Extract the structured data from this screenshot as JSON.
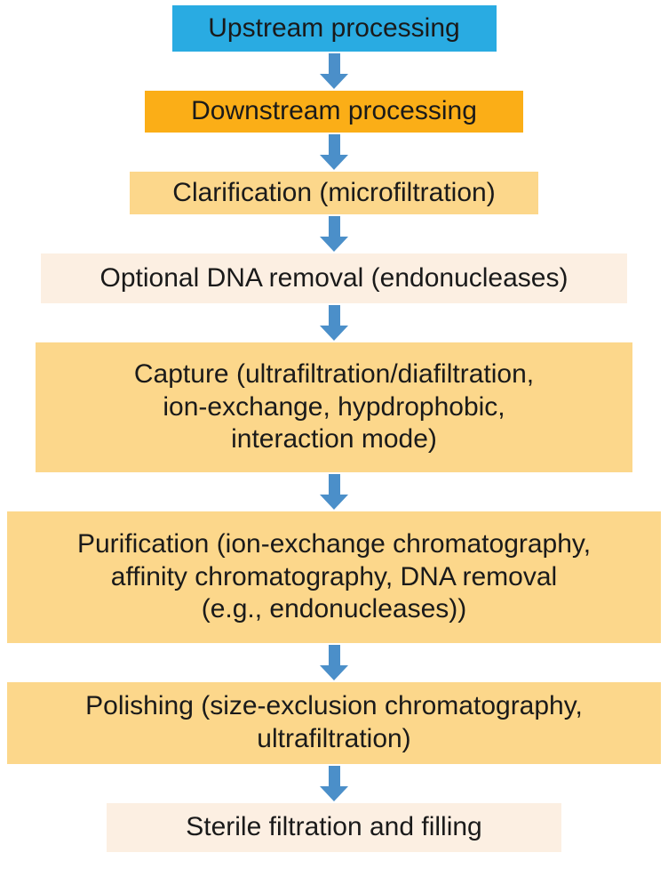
{
  "diagram": {
    "type": "flowchart",
    "colors": {
      "upstream_blue": "#29abe2",
      "downstream_amber": "#fbae17",
      "step_light_amber": "#fcd78b",
      "step_cream": "#fcefe2",
      "arrow_blue": "#4b8fc9",
      "text": "#1a1a1a"
    },
    "nodes": [
      {
        "label": "Upstream processing"
      },
      {
        "label": "Downstream processing"
      },
      {
        "label": "Clarification (microfiltration)"
      },
      {
        "label": "Optional DNA removal (endonucleases)"
      },
      {
        "label": "Capture (ultrafiltration/diafiltration,\nion-exchange, hypdrophobic,\ninteraction mode)"
      },
      {
        "label": "Purification (ion-exchange chromatography,\naffinity chromatography, DNA removal\n(e.g., endonucleases))"
      },
      {
        "label": "Polishing (size-exclusion chromatography,\nultrafiltration)"
      },
      {
        "label": "Sterile filtration and filling"
      }
    ]
  }
}
